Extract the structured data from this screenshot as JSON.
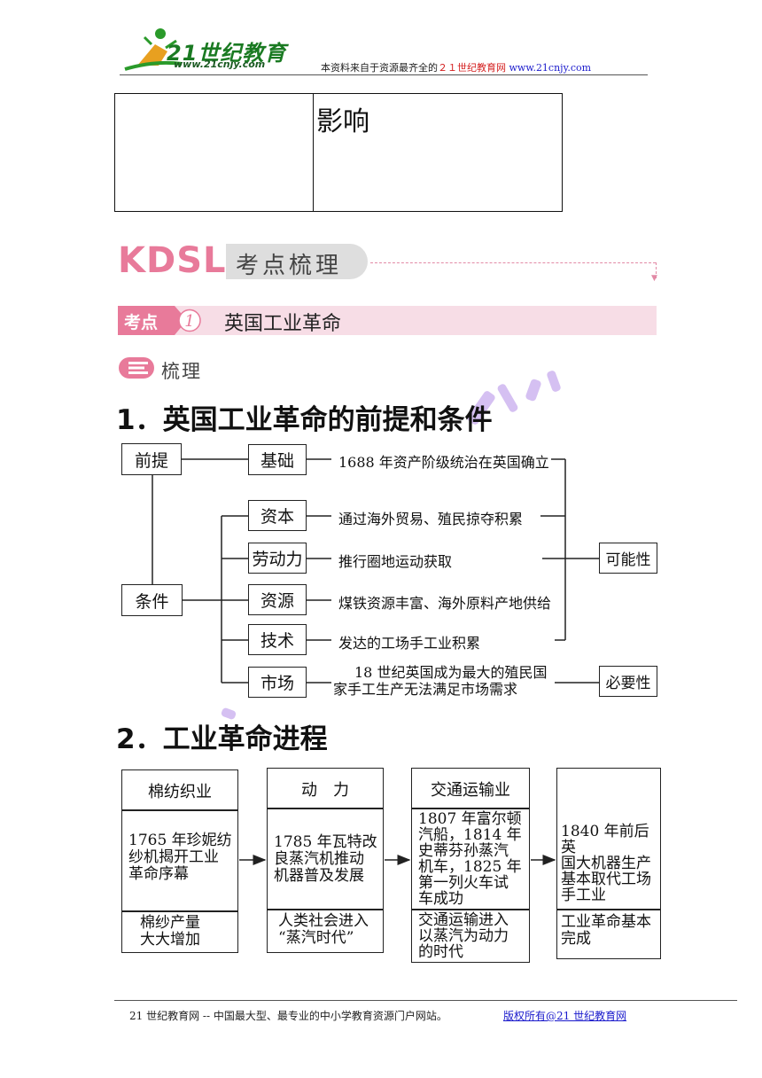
{
  "header": {
    "logo_text": "21世纪教育",
    "logo_url": "www.21cnjy.com",
    "note_prefix": "本资料来自于资源最齐全的",
    "note_brand": "２１世纪教育网",
    "note_url": "www.21cnjy.com"
  },
  "table": {
    "label": "影响"
  },
  "banner": {
    "code": "KDSL",
    "title": "考点梳理"
  },
  "kaodian": {
    "badge": "考点",
    "number": "1",
    "title": "英国工业革命"
  },
  "shuli": {
    "title": "梳理"
  },
  "section1": {
    "heading": "1．英国工业革命的前提和条件",
    "premise": "前提",
    "condition": "条件",
    "items": [
      {
        "label": "基础",
        "desc": "1688 年资产阶级统治在英国确立"
      },
      {
        "label": "资本",
        "desc": "通过海外贸易、殖民掠夺积累"
      },
      {
        "label": "劳动力",
        "desc": "推行圈地运动获取"
      },
      {
        "label": "资源",
        "desc": "煤铁资源丰富、海外原料产地供给"
      },
      {
        "label": "技术",
        "desc": "发达的工场手工业积累"
      },
      {
        "label": "市场",
        "desc_line1": "18 世纪英国成为最大的殖民国",
        "desc_line2": "家手工生产无法满足市场需求"
      }
    ],
    "possibility": "可能性",
    "necessity": "必要性"
  },
  "section2": {
    "heading": "2．工业革命进程",
    "columns": [
      {
        "header": "棉纺织业",
        "body": [
          "1765 年珍妮纺",
          "纱机揭开工业",
          "革命序幕"
        ],
        "result": [
          "棉纱产量",
          "大大增加"
        ]
      },
      {
        "header": "动　力",
        "body": [
          "1785 年瓦特改",
          "良蒸汽机推动",
          "机器普及发展"
        ],
        "result": [
          "人类社会进入",
          "“蒸汽时代”"
        ]
      },
      {
        "header": "交通运输业",
        "body": [
          "1807 年富尔顿",
          "汽船，1814 年",
          "史蒂芬孙蒸汽",
          "机车，1825 年",
          "第一列火车试",
          "车成功"
        ],
        "result": [
          "交通运输进入",
          "以蒸汽为动力",
          "的时代"
        ]
      },
      {
        "header": "",
        "body": [
          "1840 年前后英",
          "国大机器生产",
          "基本取代工场",
          "手工业"
        ],
        "result": [
          "工业革命基本",
          "完成"
        ]
      }
    ]
  },
  "footer": {
    "left": "21 世纪教育网 -- 中国最大型、最专业的中小学教育资源门户网站。",
    "right": "版权所有@21 世纪教育网"
  },
  "colors": {
    "pink": "#e87a9a",
    "pink_light": "#f7dde6",
    "link_blue": "#1a1acc",
    "brand_red": "#d42020",
    "logo_green": "#1a7a22"
  }
}
